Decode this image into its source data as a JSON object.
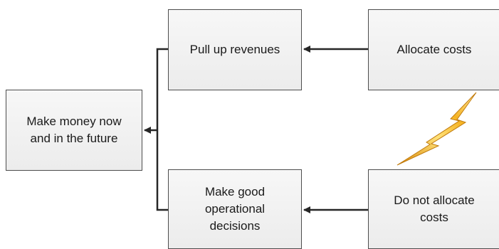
{
  "diagram": {
    "nodes": {
      "goal": "Make money now\nand in the future",
      "revenue": "Pull up revenues",
      "decision": "Make good\noperational\ndecisions",
      "allocate": "Allocate costs",
      "no_allocate": "Do not allocate\ncosts"
    },
    "edges": [
      {
        "from": "allocate",
        "to": "revenue"
      },
      {
        "from": "no_allocate",
        "to": "decision"
      },
      {
        "from": "revenue",
        "to": "goal"
      },
      {
        "from": "decision",
        "to": "goal"
      }
    ],
    "conflict": {
      "between": [
        "allocate",
        "no_allocate"
      ],
      "icon": "lightning-bolt-icon"
    },
    "colors": {
      "line": "#262626",
      "box_border": "#4d4d4d",
      "box_fill": "#f2f2f2",
      "bolt_light": "#ffe27a",
      "bolt_dark": "#d9890a"
    }
  }
}
